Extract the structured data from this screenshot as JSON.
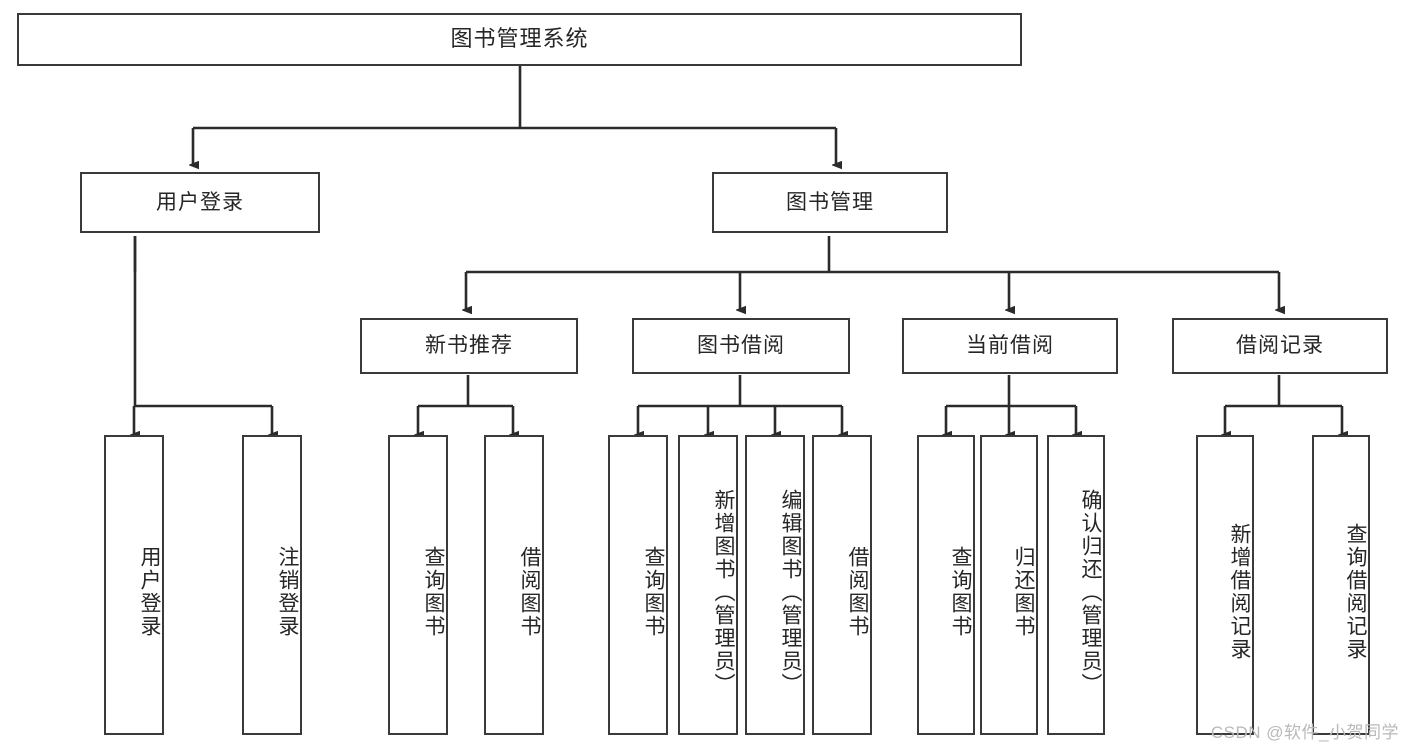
{
  "diagram": {
    "type": "tree-hierarchy",
    "root": {
      "label": "图书管理系统"
    },
    "level2": [
      {
        "label": "用户登录"
      },
      {
        "label": "图书管理"
      }
    ],
    "level3": [
      {
        "label": "新书推荐"
      },
      {
        "label": "图书借阅"
      },
      {
        "label": "当前借阅"
      },
      {
        "label": "借阅记录"
      }
    ],
    "leaves": {
      "user_login": [
        {
          "label": "用户登录"
        },
        {
          "label": "注销登录"
        }
      ],
      "new_book_recommend": [
        {
          "label": "查询图书"
        },
        {
          "label": "借阅图书"
        }
      ],
      "book_borrow": [
        {
          "label": "查询图书"
        },
        {
          "label": "新增图书（管理员）"
        },
        {
          "label": "编辑图书（管理员）"
        },
        {
          "label": "借阅图书"
        }
      ],
      "current_borrow": [
        {
          "label": "查询图书"
        },
        {
          "label": "归还图书"
        },
        {
          "label": "确认归还（管理员）"
        }
      ],
      "borrow_record": [
        {
          "label": "新增借阅记录"
        },
        {
          "label": "查询借阅记录"
        }
      ]
    }
  },
  "watermark": {
    "text": "CSDN @软件_小贺同学"
  },
  "colors": {
    "border": "#3a3a3a",
    "text": "#262626",
    "background": "#ffffff",
    "watermark": "#b9b9b9"
  }
}
